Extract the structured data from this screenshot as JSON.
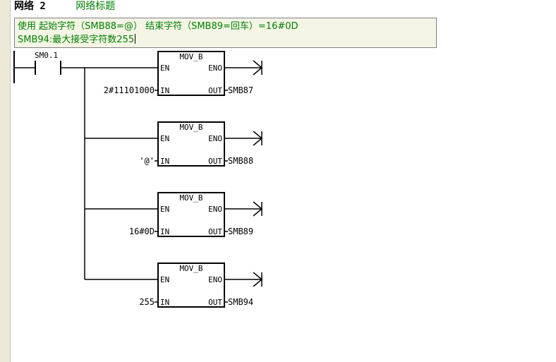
{
  "network": {
    "number_label": "网络 2",
    "title": "网络标题"
  },
  "comment": {
    "line1": "使用 起始字符（SMB88=@）    结束字符（SMB89=回车）=16#0D",
    "line2": "SMB94:最大接受字符数255"
  },
  "contact": {
    "label": "SM0.1"
  },
  "blocks": [
    {
      "name": "MOV_B",
      "en": "EN",
      "eno": "ENO",
      "in_pin": "IN",
      "out_pin": "OUT",
      "in_value": "2#11101000",
      "out_value": "SMB87"
    },
    {
      "name": "MOV_B",
      "en": "EN",
      "eno": "ENO",
      "in_pin": "IN",
      "out_pin": "OUT",
      "in_value": "'@'",
      "out_value": "SMB88"
    },
    {
      "name": "MOV_B",
      "en": "EN",
      "eno": "ENO",
      "in_pin": "IN",
      "out_pin": "OUT",
      "in_value": "16#0D",
      "out_value": "SMB89"
    },
    {
      "name": "MOV_B",
      "en": "EN",
      "eno": "ENO",
      "in_pin": "IN",
      "out_pin": "OUT",
      "in_value": "255",
      "out_value": "SMB94"
    }
  ],
  "colors": {
    "comment_text": "#008000",
    "comment_bg": "#f5f5e6",
    "wire": "#000000"
  }
}
